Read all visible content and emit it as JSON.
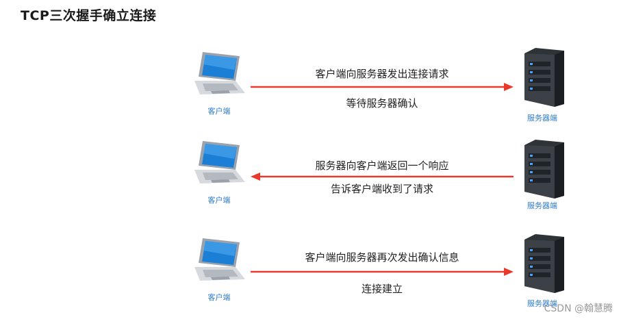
{
  "title": "TCP三次握手确立连接",
  "colors": {
    "arrow": "#e8392a",
    "label": "#2b7bd1"
  },
  "steps": [
    {
      "direction": "right",
      "client_label": "客户端",
      "server_label": "服务器端",
      "message_top": "客户端向服务器发出连接请求",
      "message_bottom": "等待服务器确认"
    },
    {
      "direction": "left",
      "client_label": "客户端",
      "server_label": "服务器端",
      "message_top": "服务器向客户端返回一个响应",
      "message_bottom": "告诉客户端收到了请求"
    },
    {
      "direction": "right",
      "client_label": "客户端",
      "server_label": "服务器端",
      "message_top": "客户端向服务器再次发出确认信息",
      "message_bottom": "连接建立"
    }
  ],
  "watermark": "CSDN @翰慧腾"
}
